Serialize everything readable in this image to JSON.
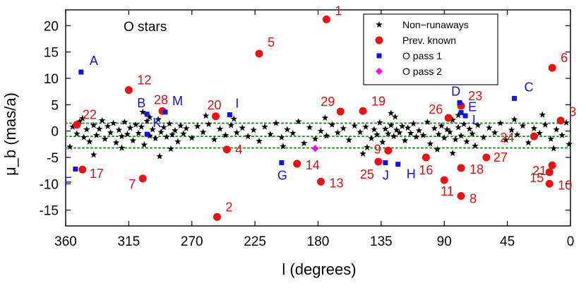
{
  "chart_data": {
    "type": "scatter",
    "title": "O stars",
    "xlabel": "l (degrees)",
    "ylabel": "μ_b (mas/a)",
    "xlim": [
      360,
      0
    ],
    "ylim": [
      -18,
      23
    ],
    "x_reversed": true,
    "x_ticks": [
      360,
      315,
      270,
      225,
      180,
      135,
      90,
      45,
      0
    ],
    "y_ticks": [
      -15,
      -10,
      -5,
      0,
      5,
      10,
      15,
      20
    ],
    "grid": false,
    "legend_position": "top-right",
    "reference_lines": [
      1.5,
      -1.0,
      -3.2
    ],
    "reference_line_color": "#2e8b2e",
    "series": [
      {
        "name": "Non−runaways",
        "marker": "star",
        "color": "#000000",
        "points": [
          [
            355,
            0.8
          ],
          [
            352,
            -0.5
          ],
          [
            350,
            1.8
          ],
          [
            347,
            -1.2
          ],
          [
            345,
            0.3
          ],
          [
            343,
            -2.0
          ],
          [
            340,
            1.1
          ],
          [
            338,
            -0.8
          ],
          [
            336,
            0.4
          ],
          [
            334,
            2.0
          ],
          [
            332,
            -1.5
          ],
          [
            330,
            0.9
          ],
          [
            328,
            -0.3
          ],
          [
            326,
            1.5
          ],
          [
            324,
            -2.2
          ],
          [
            322,
            0.2
          ],
          [
            320,
            -1.0
          ],
          [
            318,
            1.7
          ],
          [
            316,
            -0.6
          ],
          [
            314,
            0.6
          ],
          [
            312,
            -1.8
          ],
          [
            310,
            1.2
          ],
          [
            308,
            -0.4
          ],
          [
            306,
            0.8
          ],
          [
            304,
            -2.6
          ],
          [
            302,
            1.9
          ],
          [
            300,
            -0.9
          ],
          [
            298,
            0.3
          ],
          [
            296,
            -1.4
          ],
          [
            294,
            2.2
          ],
          [
            292,
            -0.2
          ],
          [
            290,
            0.7
          ],
          [
            288,
            -1.1
          ],
          [
            286,
            1.4
          ],
          [
            284,
            -0.7
          ],
          [
            282,
            0.1
          ],
          [
            280,
            -2.0
          ],
          [
            278,
            1.0
          ],
          [
            276,
            -0.5
          ],
          [
            274,
            0.5
          ],
          [
            270,
            -1.3
          ],
          [
            266,
            0.9
          ],
          [
            262,
            -0.2
          ],
          [
            258,
            1.3
          ],
          [
            254,
            -1.6
          ],
          [
            250,
            0.4
          ],
          [
            246,
            -0.8
          ],
          [
            242,
            1.1
          ],
          [
            238,
            -0.3
          ],
          [
            234,
            0.6
          ],
          [
            230,
            -1.0
          ],
          [
            226,
            0.2
          ],
          [
            222,
            -1.9
          ],
          [
            218,
            0.8
          ],
          [
            214,
            -0.6
          ],
          [
            210,
            1.5
          ],
          [
            206,
            -1.2
          ],
          [
            202,
            0.3
          ],
          [
            198,
            -0.4
          ],
          [
            194,
            1.8
          ],
          [
            190,
            -2.3
          ],
          [
            186,
            0.7
          ],
          [
            182,
            -1.5
          ],
          [
            178,
            0.0
          ],
          [
            174,
            -0.9
          ],
          [
            170,
            1.2
          ],
          [
            166,
            -0.3
          ],
          [
            162,
            0.5
          ],
          [
            158,
            -1.7
          ],
          [
            154,
            1.0
          ],
          [
            150,
            -0.2
          ],
          [
            146,
            0.8
          ],
          [
            142,
            -1.4
          ],
          [
            140,
            0.3
          ],
          [
            138,
            -0.7
          ],
          [
            136,
            1.6
          ],
          [
            134,
            -2.1
          ],
          [
            132,
            0.4
          ],
          [
            130,
            -0.5
          ],
          [
            128,
            1.1
          ],
          [
            126,
            -1.0
          ],
          [
            124,
            0.2
          ],
          [
            122,
            -0.3
          ],
          [
            120,
            0.9
          ],
          [
            118,
            -1.8
          ],
          [
            116,
            0.6
          ],
          [
            114,
            -0.4
          ],
          [
            112,
            1.4
          ],
          [
            110,
            -1.1
          ],
          [
            108,
            0.1
          ],
          [
            105,
            -0.8
          ],
          [
            102,
            1.7
          ],
          [
            100,
            -2.4
          ],
          [
            97,
            0.5
          ],
          [
            94,
            -0.6
          ],
          [
            92,
            1.0
          ],
          [
            90,
            -1.3
          ],
          [
            88,
            0.3
          ],
          [
            86,
            -0.2
          ],
          [
            84,
            2.1
          ],
          [
            82,
            -1.6
          ],
          [
            80,
            0.7
          ],
          [
            78,
            -0.9
          ],
          [
            76,
            1.3
          ],
          [
            74,
            -2.0
          ],
          [
            72,
            0.4
          ],
          [
            70,
            -0.5
          ],
          [
            66,
            1.1
          ],
          [
            62,
            -1.2
          ],
          [
            58,
            0.6
          ],
          [
            54,
            -0.3
          ],
          [
            50,
            1.5
          ],
          [
            46,
            -1.7
          ],
          [
            42,
            0.2
          ],
          [
            38,
            -0.7
          ],
          [
            34,
            1.0
          ],
          [
            30,
            -2.2
          ],
          [
            26,
            0.5
          ],
          [
            22,
            -0.4
          ],
          [
            18,
            1.2
          ],
          [
            14,
            -1.5
          ],
          [
            10,
            0.3
          ],
          [
            6,
            -0.8
          ],
          [
            3,
            1.6
          ],
          [
            1,
            -2.5
          ],
          [
            357,
            -3.0
          ],
          [
            348,
            2.4
          ],
          [
            320,
            -3.2
          ],
          [
            300,
            2.6
          ],
          [
            285,
            -3.4
          ],
          [
            240,
            2.3
          ],
          [
            205,
            -2.9
          ],
          [
            175,
            2.5
          ],
          [
            145,
            -3.1
          ],
          [
            125,
            2.7
          ],
          [
            95,
            -3.5
          ],
          [
            80,
            3.0
          ],
          [
            68,
            -2.8
          ],
          [
            40,
            2.2
          ],
          [
            12,
            -3.3
          ],
          [
            340,
            -4.5
          ],
          [
            305,
            3.6
          ],
          [
            293,
            -4.8
          ],
          [
            128,
            3.4
          ],
          [
            84,
            -4.2
          ],
          [
            20,
            3.1
          ],
          [
            148,
            -4.3
          ],
          [
            260,
            2.9
          ]
        ]
      },
      {
        "name": "Prev. known",
        "marker": "circle",
        "color": "#ee1111",
        "points": [
          {
            "x": 174,
            "y": 21.2,
            "label": "1"
          },
          {
            "x": 252,
            "y": -16.3,
            "label": "2"
          },
          {
            "x": 7,
            "y": 2.0,
            "label": "3"
          },
          {
            "x": 245,
            "y": -3.5,
            "label": "4"
          },
          {
            "x": 222,
            "y": 14.7,
            "label": "5"
          },
          {
            "x": 13,
            "y": 12.0,
            "label": "6"
          },
          {
            "x": 305,
            "y": -9.0,
            "label": "7"
          },
          {
            "x": 78,
            "y": -12.3,
            "label": "8"
          },
          {
            "x": 130,
            "y": -3.7,
            "label": "9"
          },
          {
            "x": 15,
            "y": -10.0,
            "label": "10"
          },
          {
            "x": 90,
            "y": -9.3,
            "label": "11"
          },
          {
            "x": 315,
            "y": 7.8,
            "label": "12"
          },
          {
            "x": 178,
            "y": -9.6,
            "label": "13"
          },
          {
            "x": 195,
            "y": -6.2,
            "label": "14"
          },
          {
            "x": 15,
            "y": -7.8,
            "label": "15"
          },
          {
            "x": 103,
            "y": -5.0,
            "label": "16"
          },
          {
            "x": 348,
            "y": -7.3,
            "label": "17"
          },
          {
            "x": 78,
            "y": -7.0,
            "label": "18"
          },
          {
            "x": 148,
            "y": 3.8,
            "label": "19"
          },
          {
            "x": 253,
            "y": 2.8,
            "label": "20"
          },
          {
            "x": 13,
            "y": -6.5,
            "label": "21"
          },
          {
            "x": 352,
            "y": 1.2,
            "label": "22"
          },
          {
            "x": 78,
            "y": 4.8,
            "label": "23"
          },
          {
            "x": 26,
            "y": -1.0,
            "label": "24"
          },
          {
            "x": 137,
            "y": -5.8,
            "label": "25"
          },
          {
            "x": 87,
            "y": 2.5,
            "label": "26"
          },
          {
            "x": 60,
            "y": -5.0,
            "label": "27"
          },
          {
            "x": 291,
            "y": 3.8,
            "label": "28"
          },
          {
            "x": 164,
            "y": 3.7,
            "label": "29"
          }
        ]
      },
      {
        "name": "O pass 1",
        "marker": "square",
        "color": "#1111ee",
        "points": [
          {
            "x": 349,
            "y": 11.2,
            "label": "A"
          },
          {
            "x": 302,
            "y": 3.2,
            "label": "B"
          },
          {
            "x": 40,
            "y": 6.2,
            "label": "C"
          },
          {
            "x": 79,
            "y": 5.4,
            "label": "D"
          },
          {
            "x": 78,
            "y": 3.5,
            "label": "E"
          },
          {
            "x": 353,
            "y": -7.2,
            "label": "F"
          },
          {
            "x": 206,
            "y": -6.0,
            "label": "G"
          },
          {
            "x": 123,
            "y": -6.3,
            "label": "H"
          },
          {
            "x": 243,
            "y": 3.1,
            "label": "I"
          },
          {
            "x": 132,
            "y": -6.0,
            "label": "J"
          },
          {
            "x": 302,
            "y": -0.6,
            "label": "K"
          },
          {
            "x": 75,
            "y": 2.9,
            "label": "L"
          },
          {
            "x": 289,
            "y": 3.6,
            "label": "M"
          }
        ]
      },
      {
        "name": "O pass 2",
        "marker": "diamond",
        "color": "#ee11ee",
        "points": [
          {
            "x": 182,
            "y": -3.3,
            "label": ""
          }
        ]
      }
    ]
  },
  "colors": {
    "axis": "#000000",
    "label_red": "#dd1111",
    "label_blue": "#1111dd"
  }
}
